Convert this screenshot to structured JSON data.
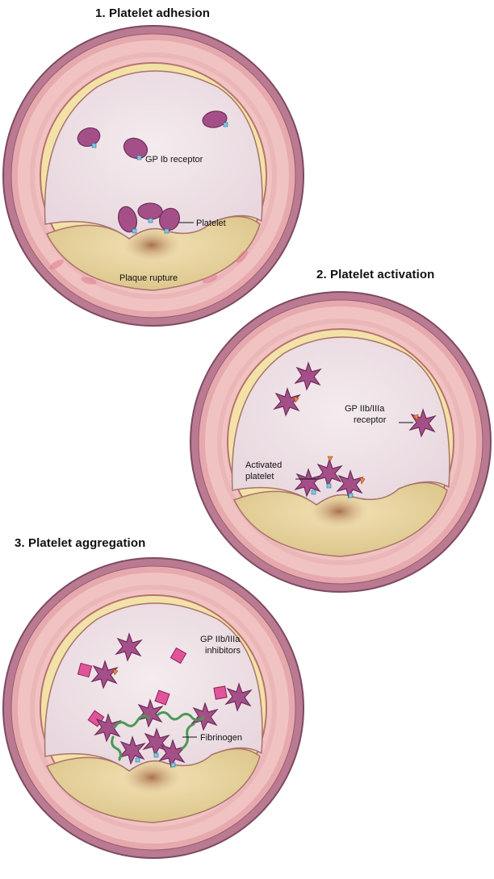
{
  "panels": [
    {
      "title": "1. Platelet adhesion",
      "labels": {
        "gp_ib": "GP Ib receptor",
        "platelet": "Platelet",
        "plaque": "Plaque rupture"
      }
    },
    {
      "title": "2. Platelet activation",
      "labels": {
        "gp_iib_line1": "GP IIb/IIIa",
        "gp_iib_line2": "receptor",
        "activated_line1": "Activated",
        "activated_line2": "platelet"
      }
    },
    {
      "title": "3. Platelet aggregation",
      "labels": {
        "inhibitor_line1": "GP IIb/IIIa",
        "inhibitor_line2": "inhibitors",
        "fibrinogen": "Fibrinogen"
      }
    }
  ],
  "colors": {
    "adventitia": "#b97a92",
    "media": "#f0c3c2",
    "intima": "#f3e2a8",
    "lumen": "#efe3e8",
    "plaque": "#e9d7a2",
    "rupture": "#b0805e",
    "platelet": "#a54f88",
    "gp_ib_receptor": "#7fc9e8",
    "gp_iib_receptor": "#ef8a3c",
    "inhibitor": "#e0559a",
    "fibrinogen": "#4a9a55"
  },
  "icons": [
    "platelet-icon",
    "activated-platelet-icon",
    "receptor-icon",
    "inhibitor-icon",
    "fibrinogen-strand-icon"
  ]
}
